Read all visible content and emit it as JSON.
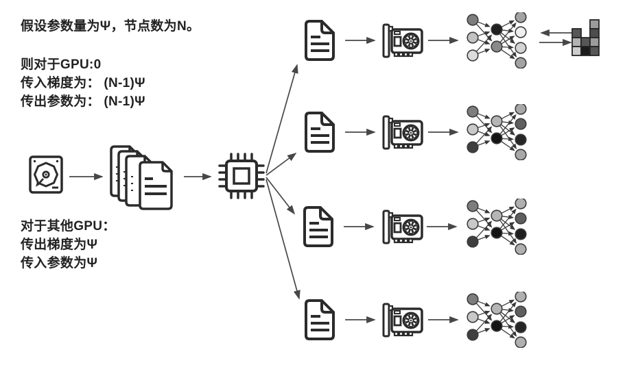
{
  "page": {
    "background": "#ffffff",
    "ink": "#2b2b2b",
    "arrow_color": "#474747"
  },
  "annotations": {
    "assumption": "假设参数量为Ψ，节点数为N。",
    "gpu0_title": "则对于GPU:0",
    "gpu0_grad_in": "传入梯度为： (N-1)Ψ",
    "gpu0_param_out": "传出参数为： (N-1)Ψ",
    "others_title": "对于其他GPU：",
    "others_grad_out": "传出梯度为Ψ",
    "others_param_in": "传入参数为Ψ"
  },
  "icons": {
    "hard_drive": "hard-drive-icon",
    "document_stack": "document-stack-icon",
    "cpu": "cpu-chip-icon",
    "document": "data-file-icon",
    "gpu": "gpu-card-icon",
    "network": "neural-network-icon",
    "grid": "parameter-grid-icon",
    "flow_arrow": "→",
    "exchange": "⇄"
  },
  "pipeline": {
    "source": "hard-drive",
    "data": "document-stack",
    "scheduler": "cpu-chip",
    "branch_count": 4
  },
  "branches": [
    {
      "id": "gpu-branch-1",
      "network": {
        "left": [
          "#7d7d7d",
          "#c2c2c2",
          "#dcdcdc"
        ],
        "mid": [
          "#1f1f1f",
          "#8a8a8a"
        ],
        "right": [
          "#a3a3a3",
          "#efefef",
          "#d4d4d4",
          "#a3a3a3"
        ]
      }
    },
    {
      "id": "gpu-branch-2",
      "network": {
        "left": [
          "#7d7d7d",
          "#c9c9c9",
          "#3f3f3f"
        ],
        "mid": [
          "#b5b5b5",
          "#141414"
        ],
        "right": [
          "#a8a8a8",
          "#5f5f5f",
          "#262626",
          "#a8a8a8"
        ]
      }
    },
    {
      "id": "gpu-branch-3",
      "network": {
        "left": [
          "#7d7d7d",
          "#c9c9c9",
          "#3f3f3f"
        ],
        "mid": [
          "#b5b5b5",
          "#141414"
        ],
        "right": [
          "#b0b0b0",
          "#5f5f5f",
          "#1f1f1f",
          "#b0b0b0"
        ]
      }
    },
    {
      "id": "gpu-branch-4",
      "network": {
        "left": [
          "#7d7d7d",
          "#c9c9c9",
          "#3f3f3f"
        ],
        "mid": [
          "#b5b5b5",
          "#141414"
        ],
        "right": [
          "#b0b0b0",
          "#5f5f5f",
          "#262626",
          "#b0b0b0"
        ]
      }
    }
  ],
  "grid": {
    "cell_size": 13,
    "cells": [
      [
        null,
        null,
        "#9c9c9c"
      ],
      [
        "#575757",
        null,
        "#4d4d4d"
      ],
      [
        "#b2b2b2",
        "#575757",
        "#9c9c9c"
      ],
      [
        "#cdcdcd",
        "#1c1c1c",
        "#575757"
      ]
    ]
  }
}
